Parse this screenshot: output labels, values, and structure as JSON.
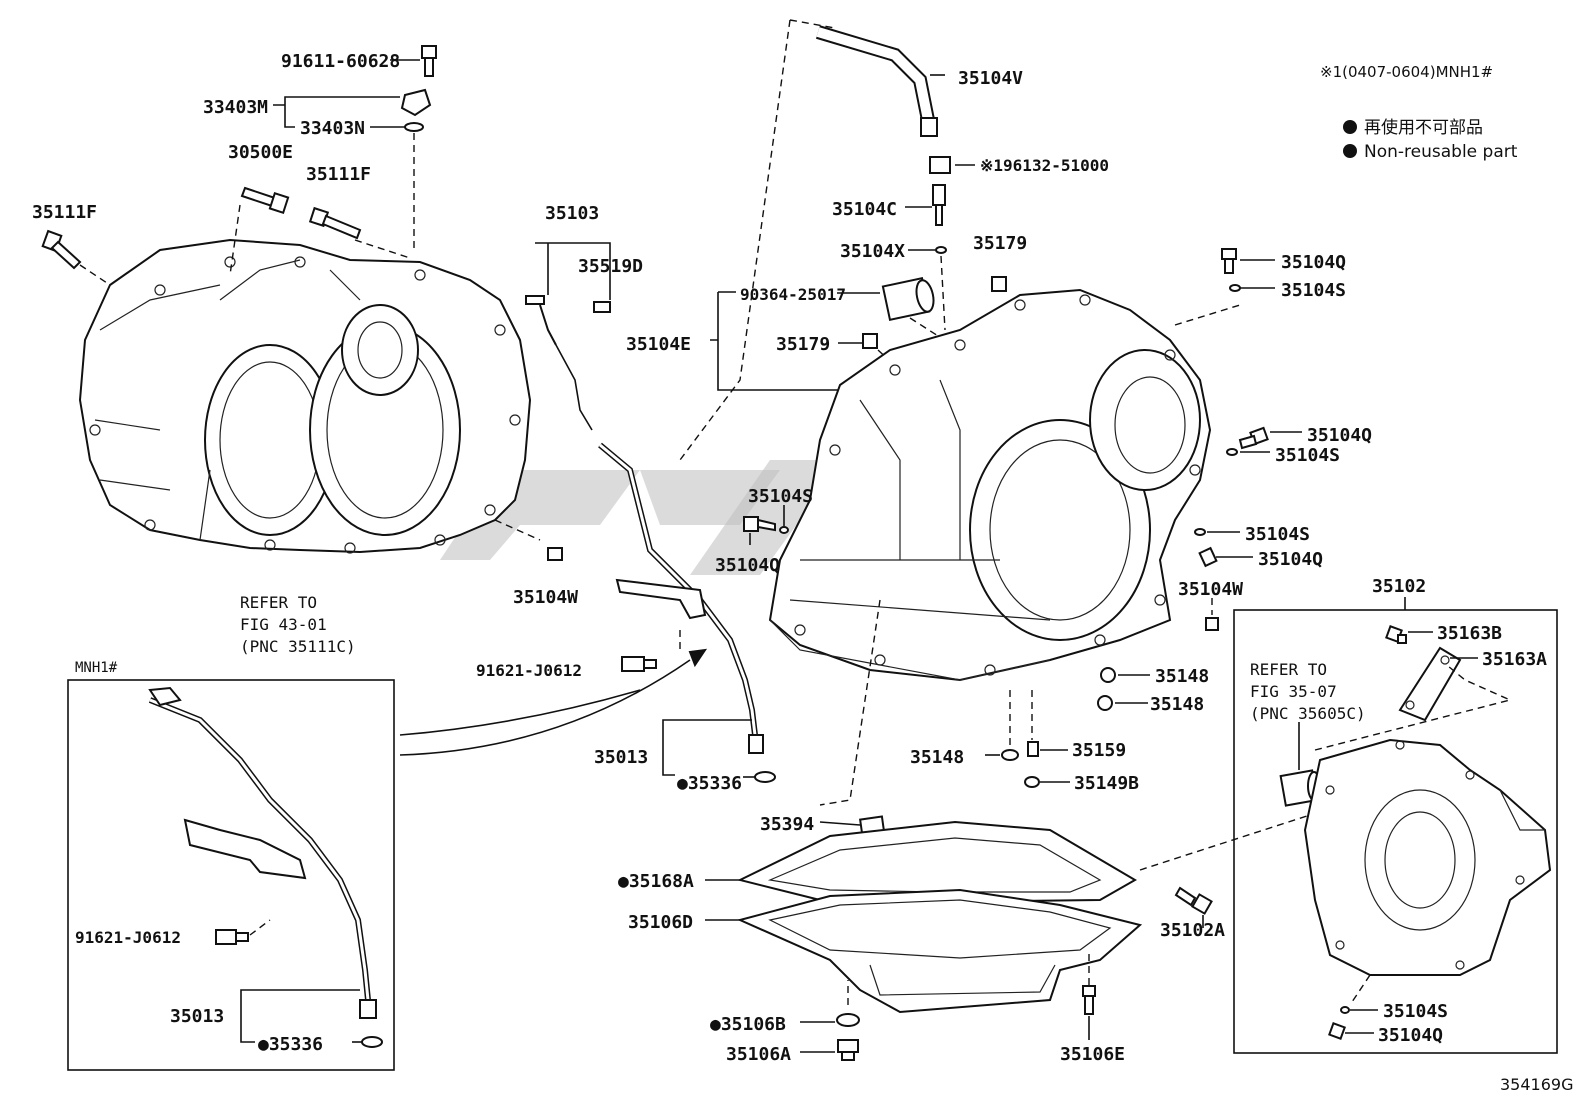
{
  "figure_number": "354169G",
  "notes": {
    "applicability": "※1(0407-0604)MNH1#",
    "legend_jp": "再使用不可部品",
    "legend_en": "Non-reusable part"
  },
  "refs": {
    "fig_43": [
      "REFER TO",
      "FIG 43-01",
      "(PNC 35111C)"
    ],
    "fig_35": [
      "REFER TO",
      "FIG 35-07",
      "(PNC 35605C)"
    ]
  },
  "inset_title": "MNH1#",
  "labels": {
    "p91611_60628": "91611-60628",
    "p33403M": "33403M",
    "p33403N": "33403N",
    "p30500E": "30500E",
    "p35111F_a": "35111F",
    "p35111F_b": "35111F",
    "p35103": "35103",
    "p35519D": "35519D",
    "p35104V": "35104V",
    "p196132": "※196132-51000",
    "p35104C": "35104C",
    "p35104X": "35104X",
    "p35179_a": "35179",
    "p90364": "90364-25017",
    "p35104E": "35104E",
    "p35179_b": "35179",
    "p35104Q_a": "35104Q",
    "p35104S_a": "35104S",
    "p35104Q_b": "35104Q",
    "p35104S_b": "35104S",
    "p35104S_c": "35104S",
    "p35104Q_c": "35104Q",
    "p35104S_d": "35104S",
    "p35104Q_d": "35104Q",
    "p35104W_a": "35104W",
    "p35104W_b": "35104W",
    "p35102": "35102",
    "p35163B": "35163B",
    "p35163A": "35163A",
    "p91621_a": "91621-J0612",
    "p91621_b": "91621-J0612",
    "p35148_a": "35148",
    "p35148_b": "35148",
    "p35148_c": "35148",
    "p35159": "35159",
    "p35149B": "35149B",
    "p35013_a": "35013",
    "p35013_b": "35013",
    "p35336_a": "●35336",
    "p35336_b": "●35336",
    "p35394": "35394",
    "p35168A": "●35168A",
    "p35106D": "35106D",
    "p35102A": "35102A",
    "p35106B": "●35106B",
    "p35106A": "35106A",
    "p35106E": "35106E",
    "p35104S_e": "35104S",
    "p35104Q_e": "35104Q"
  }
}
